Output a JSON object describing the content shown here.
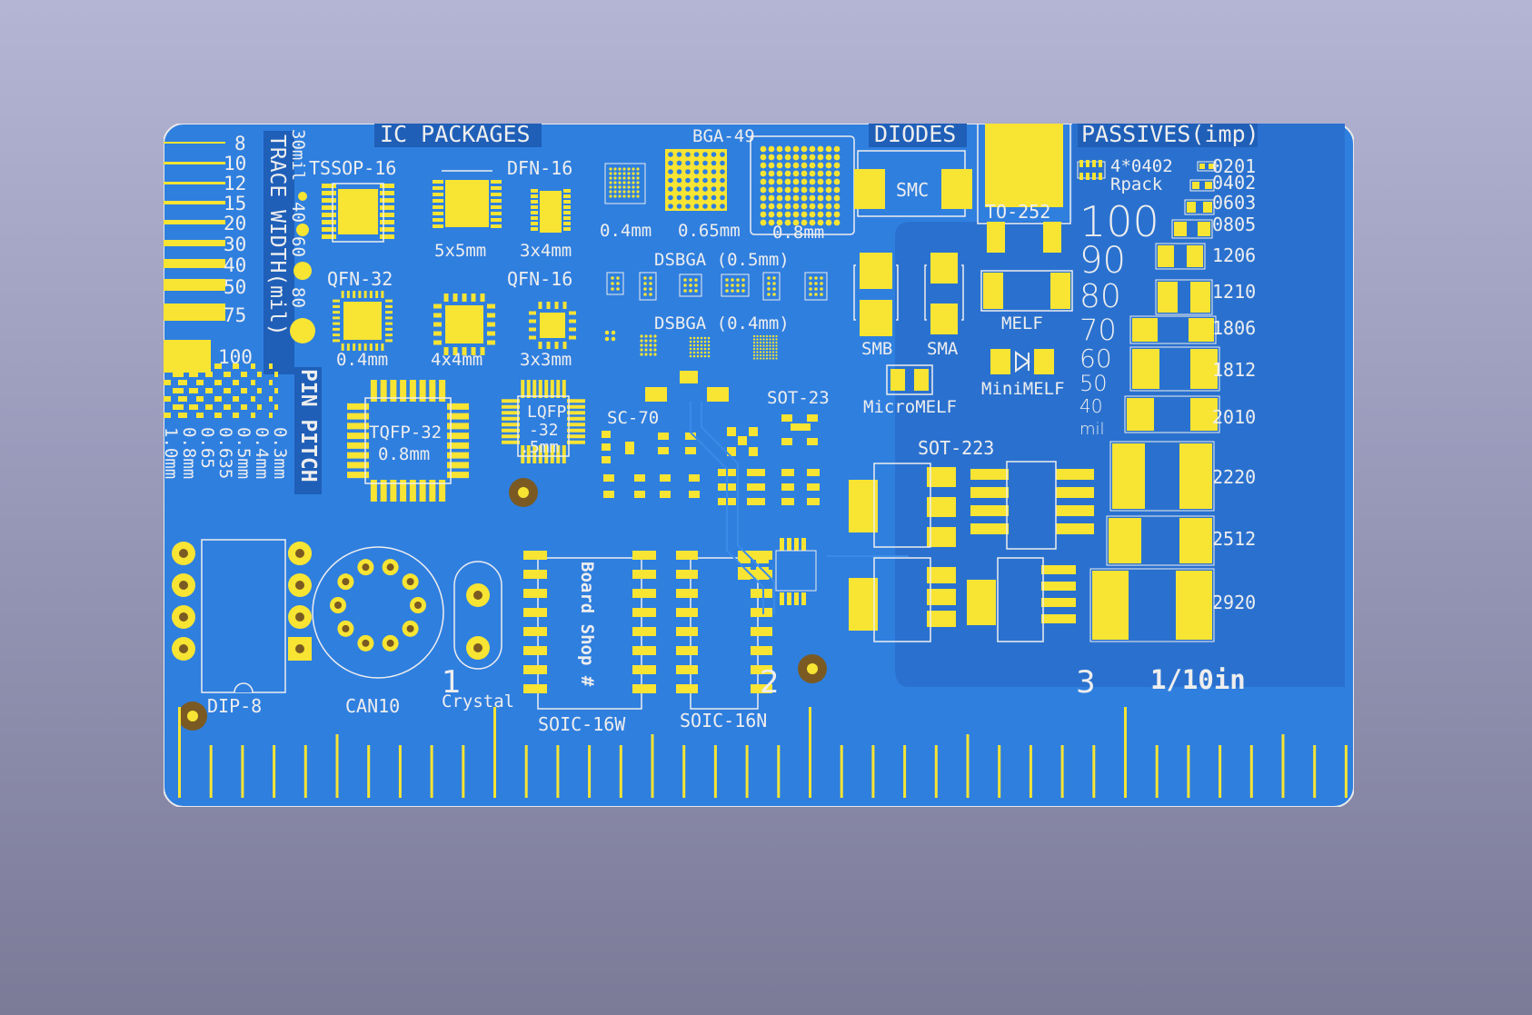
{
  "colors": {
    "board": "#2f7fdf",
    "board_dark": "#2a71cf",
    "pad": "#f7e433",
    "silk": "#eeeeee",
    "label_bg": "#1f5fb8",
    "hole": "#7a5a22"
  },
  "trace_width": {
    "title": "TRACE WIDTH(mil)",
    "labels": [
      "8",
      "10",
      "12",
      "15",
      "20",
      "30",
      "40",
      "50",
      "75",
      "100"
    ]
  },
  "via_sizes": {
    "labels": [
      "30mil",
      "40",
      "60",
      "80"
    ]
  },
  "pin_pitch": {
    "title": "PIN PITCH",
    "labels": [
      "1.0mm",
      "0.8mm",
      "0.65",
      "0.635",
      "0.5mm",
      "0.4mm",
      "0.3mm"
    ]
  },
  "ic": {
    "heading": "IC PACKAGES",
    "tssop16": "TSSOP-16",
    "dfn16": "DFN-16",
    "dfn_5x5": "5x5mm",
    "dfn_3x4": "3x4mm",
    "qfn32": "QFN-32",
    "qfn16": "QFN-16",
    "qfn_04": "0.4mm",
    "qfn_4x4": "4x4mm",
    "qfn_3x3": "3x3mm",
    "tqfp_name": "TQFP-32",
    "tqfp_pitch": "0.8mm",
    "lqfp_a": "LQFP",
    "lqfp_b": "-32",
    "lqfp_c": ".5mm",
    "dip8": "DIP-8",
    "can10": "CAN10",
    "crystal": "Crystal",
    "soic16w": "SOIC-16W",
    "soic16n": "SOIC-16N",
    "board_shop": "Board Shop #"
  },
  "bga": {
    "title": "BGA-49",
    "p04": "0.4mm",
    "p065": "0.65mm",
    "p08": "0.8mm",
    "dsbga05": "DSBGA (0.5mm)",
    "dsbga04": "DSBGA (0.4mm)"
  },
  "small": {
    "sc70": "SC-70",
    "sot23": "SOT-23"
  },
  "diodes": {
    "heading": "DIODES",
    "smc": "SMC",
    "smb": "SMB",
    "sma": "SMA",
    "micromelf": "MicroMELF",
    "minimelf": "MiniMELF",
    "melf": "MELF",
    "to252": "TO-252",
    "sot223": "SOT-223"
  },
  "passives": {
    "heading": "PASSIVES(imp)",
    "rpack1": "4*0402",
    "rpack2": "Rpack",
    "sizes": [
      "0201",
      "0402",
      "0603",
      "0805",
      "1206",
      "1210",
      "1806",
      "1812",
      "2010",
      "2220",
      "2512",
      "2920"
    ],
    "mil": [
      "100",
      "90",
      "80",
      "70",
      "60",
      "50",
      "40",
      "mil"
    ]
  },
  "ruler": {
    "labels": [
      "1",
      "2",
      "3"
    ],
    "unit": "1/10in"
  }
}
